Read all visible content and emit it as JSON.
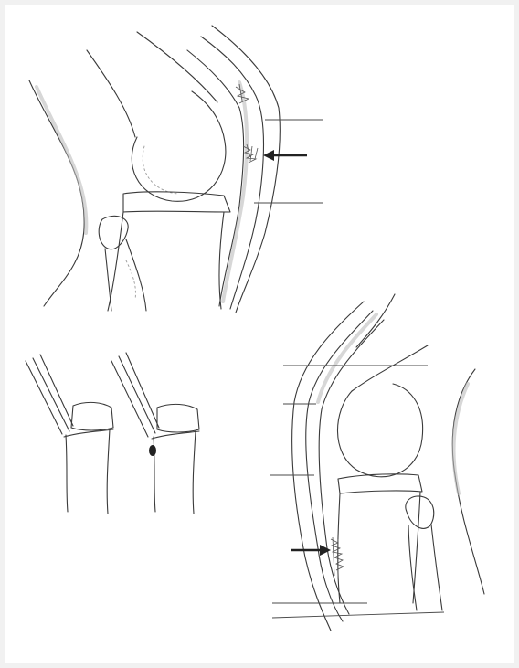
{
  "figure": {
    "panels": [
      {
        "id": "A",
        "name": "knee-lateral-view-top"
      },
      {
        "id": "B",
        "name": "tibia-tubercle-detail-left"
      },
      {
        "id": "C",
        "name": "tibia-tubercle-detail-right"
      },
      {
        "id": "D",
        "name": "knee-lateral-view-bottom"
      }
    ],
    "leader_lines": {
      "top_panel": 2,
      "bottom_panel": 5
    },
    "arrows": 2,
    "ink_color": "#3a3a3a",
    "background_color": "#ffffff"
  }
}
